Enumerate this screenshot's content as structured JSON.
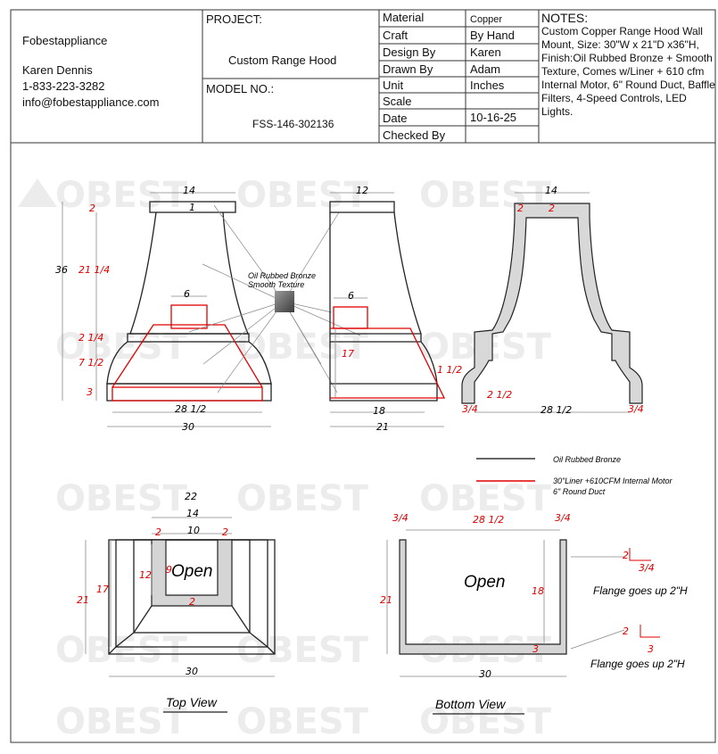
{
  "company": {
    "name": "Fobestappliance",
    "contact_name": "Karen Dennis",
    "phone": "1-833-223-3282",
    "email": "info@fobestappliance.com"
  },
  "project": {
    "label": "PROJECT:",
    "value": "Custom Range Hood",
    "model_label": "MODEL NO.:",
    "model_value": "FSS-146-302136"
  },
  "specs": [
    {
      "label": "Material",
      "value": "Copper"
    },
    {
      "label": "Craft",
      "value": "By Hand"
    },
    {
      "label": "Design By",
      "value": "Karen"
    },
    {
      "label": "Drawn By",
      "value": "Adam"
    },
    {
      "label": "Unit",
      "value": "Inches"
    },
    {
      "label": "Scale",
      "value": ""
    },
    {
      "label": "Date",
      "value": "10-16-25"
    },
    {
      "label": "Checked By",
      "value": ""
    }
  ],
  "notes": {
    "title": "NOTES:",
    "text": "Custom Copper Range Hood Wall Mount, Size: 30\"W x 21\"D x36\"H, Finish:Oil Rubbed Bronze + Smooth Texture, Comes w/Liner + 610 cfm Internal Motor, 6\" Round Duct, Baffle Filters, 4-Speed Controls, LED Lights."
  },
  "watermark": "OBEST",
  "finish_callout": {
    "line1": "Oil Rubbed Bronze",
    "line2": "Smooth Texture"
  },
  "legend": {
    "black_line": "Oil Rubbed Bronze",
    "red_line_1": "30\"Liner +610CFM Internal Motor",
    "red_line_2": "6\" Round Duct",
    "black_color": "#333333",
    "red_color": "#e00000"
  },
  "front_view": {
    "top_width": "14",
    "collar_h": "2",
    "collar_note": "1",
    "total_h": "36",
    "curve_h": "21 1/4",
    "band_h": "2 1/4",
    "skirt_h": "7 1/2",
    "base_h": "3",
    "duct": "6",
    "liner_w": "28 1/2",
    "overall_w": "30"
  },
  "side_view": {
    "top_width": "12",
    "duct": "6",
    "liner_h": "17",
    "skirt_note": "1 1/2",
    "liner_d": "18",
    "overall_d": "21"
  },
  "section_view": {
    "top_width": "14",
    "top_h1": "2",
    "top_h2": "2",
    "rim": "2 1/2",
    "wall_l": "3/4",
    "wall_r": "3/4",
    "liner_w": "28 1/2"
  },
  "top_view": {
    "title": "Top View",
    "opening_label": "Open",
    "outer_w": "22",
    "mid_w": "14",
    "inner_w": "10",
    "side_l": "2",
    "side_r": "2",
    "inner_h": "12",
    "inner_depth": "9",
    "bottom_rim": "2",
    "depth_inner": "17",
    "depth_outer": "21",
    "overall_w": "30"
  },
  "bottom_view": {
    "title": "Bottom View",
    "opening_label": "Open",
    "left_wall": "3/4",
    "right_wall": "3/4",
    "inner_w": "28 1/2",
    "depth": "21",
    "inner_depth": "18",
    "base": "3",
    "overall_w": "30",
    "flange_note_1": "Flange goes up 2\"H",
    "flange_note_2": "Flange goes up 2\"H",
    "flange_dim_a": "2",
    "flange_dim_b": "3/4",
    "flange_dim_c": "2",
    "flange_dim_d": "3"
  }
}
